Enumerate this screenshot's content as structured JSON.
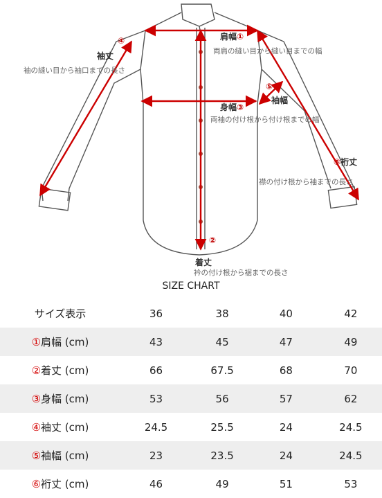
{
  "colors": {
    "arrow": "#cc0000",
    "outline": "#555555",
    "row_alt": "#eeeeee"
  },
  "diagram": {
    "shoulder": {
      "num": "①",
      "title": "肩幅",
      "desc": "両肩の縫い目から縫い目までの幅"
    },
    "length": {
      "num": "②",
      "title": "着丈",
      "desc": "衿の付け根から裾までの長さ"
    },
    "chest": {
      "num": "③",
      "title": "身幅",
      "desc": "両袖の付け根から付け根までの幅"
    },
    "sleeve": {
      "num": "④",
      "title": "袖丈",
      "desc": "袖の縫い目から袖口までの長さ"
    },
    "sleeve_width": {
      "num": "⑤",
      "title": "袖幅"
    },
    "yuki": {
      "num": "⑥",
      "title": "裄丈",
      "desc": "襟の付け根から袖までの長さ"
    }
  },
  "chart": {
    "title": "SIZE CHART",
    "header": {
      "label": "サイズ表示",
      "sizes": [
        "36",
        "38",
        "40",
        "42"
      ]
    },
    "rows": [
      {
        "num": "①",
        "label": "肩幅 (cm)",
        "values": [
          "43",
          "45",
          "47",
          "49"
        ]
      },
      {
        "num": "②",
        "label": "着丈 (cm)",
        "values": [
          "66",
          "67.5",
          "68",
          "70"
        ]
      },
      {
        "num": "③",
        "label": "身幅 (cm)",
        "values": [
          "53",
          "56",
          "57",
          "62"
        ]
      },
      {
        "num": "④",
        "label": "袖丈 (cm)",
        "values": [
          "24.5",
          "25.5",
          "24",
          "24.5"
        ]
      },
      {
        "num": "⑤",
        "label": "袖幅 (cm)",
        "values": [
          "23",
          "23.5",
          "24",
          "24.5"
        ]
      },
      {
        "num": "⑥",
        "label": "裄丈 (cm)",
        "values": [
          "46",
          "49",
          "51",
          "53"
        ]
      }
    ]
  }
}
